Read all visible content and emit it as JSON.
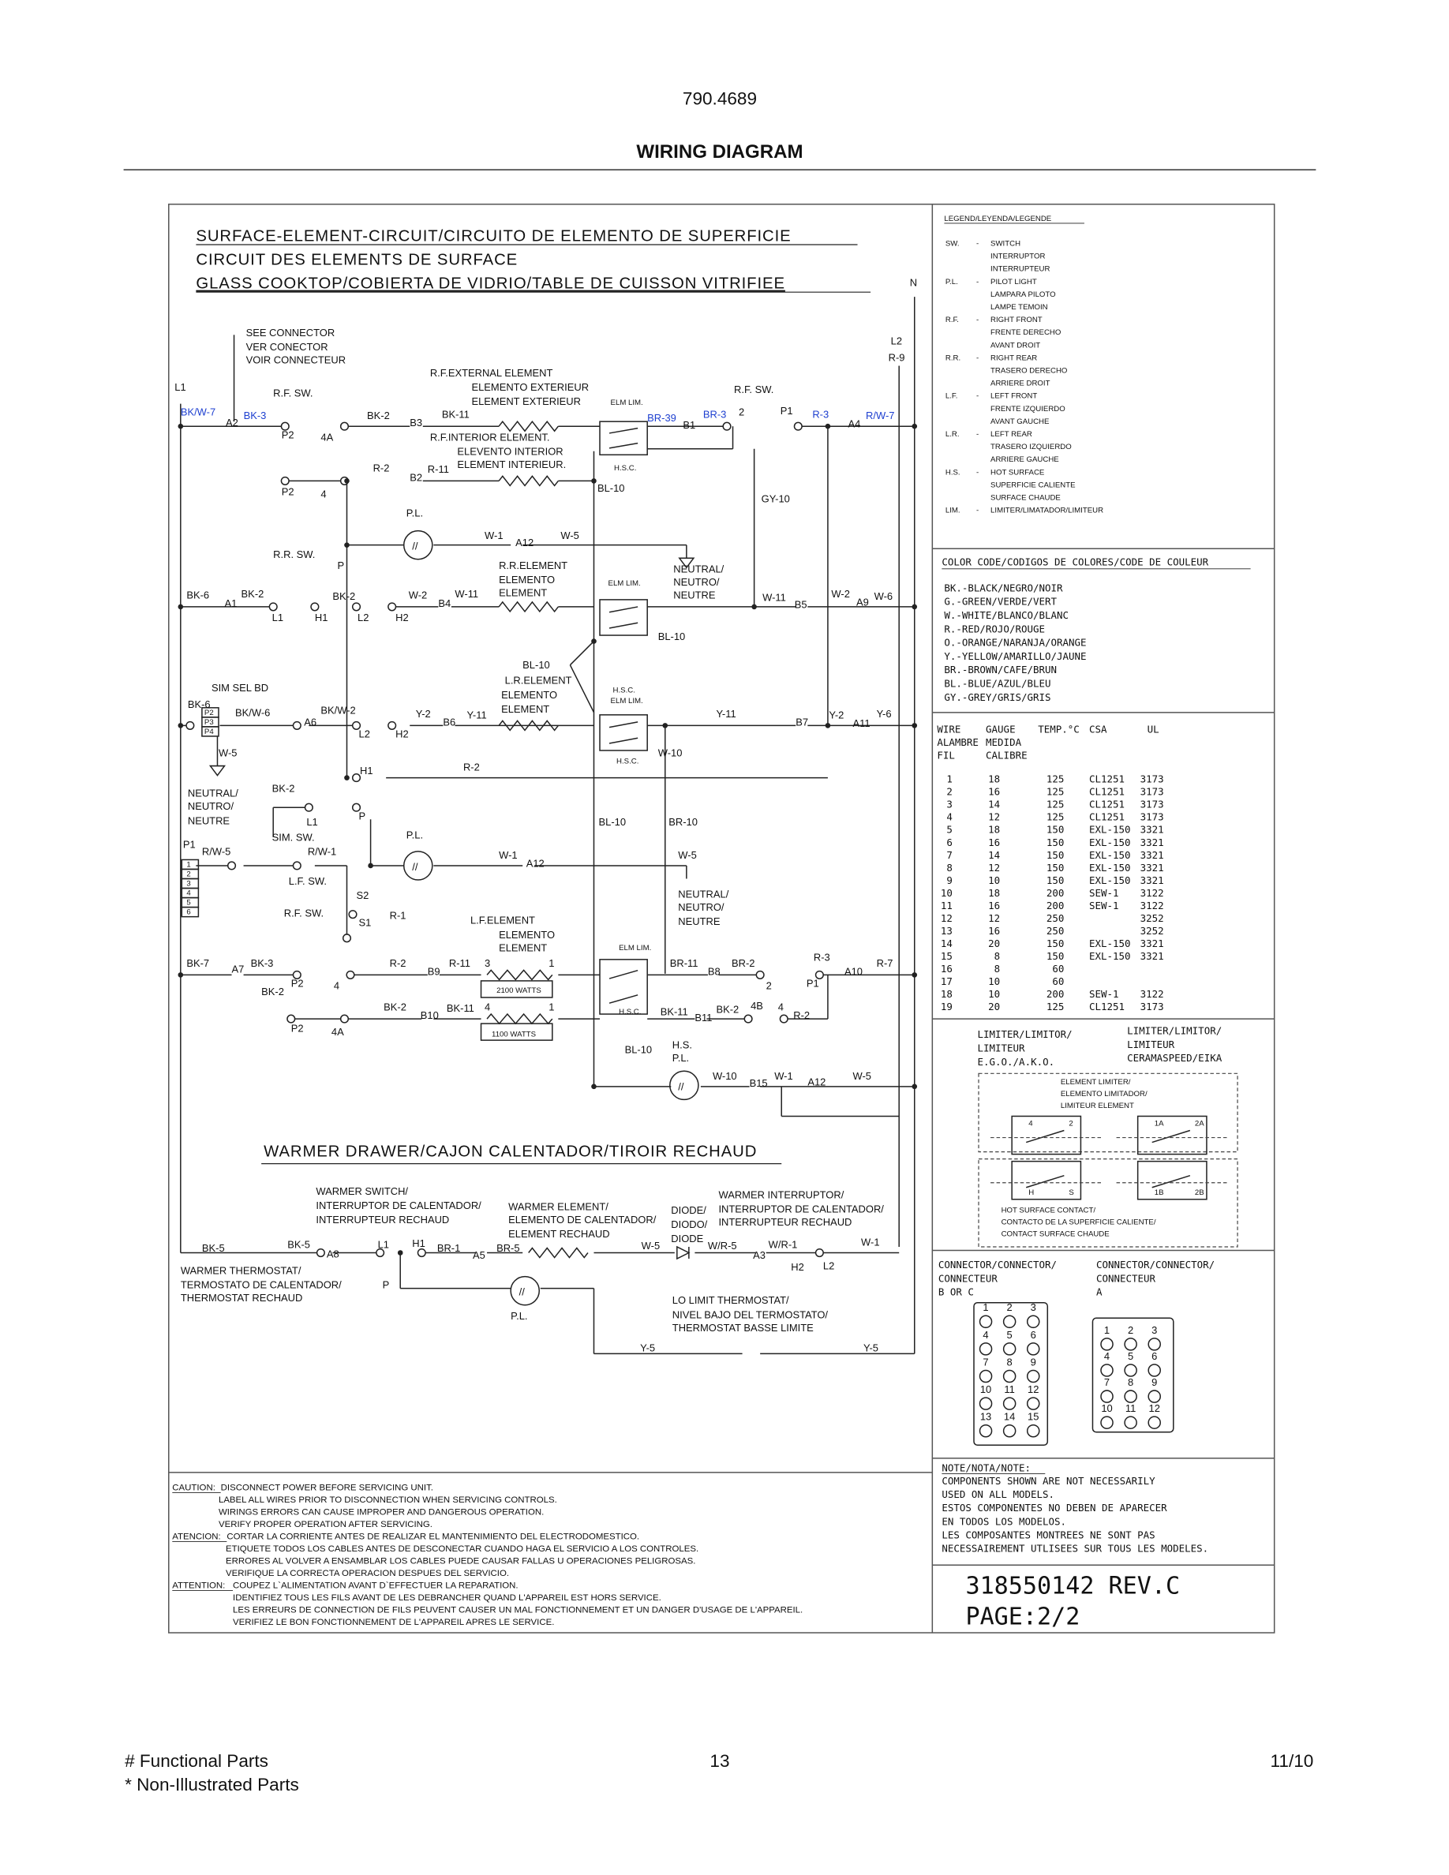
{
  "header": {
    "model_number": "790.4689",
    "title": "WIRING DIAGRAM"
  },
  "footer": {
    "functional_parts": "# Functional Parts",
    "non_illustrated": "* Non-Illustrated Parts",
    "page_number": "13",
    "date": "11/10"
  },
  "schematic": {
    "title_lines": [
      "SURFACE-ELEMENT-CIRCUIT/CIRCUITO DE ELEMENTO DE SUPERFICIE",
      "CIRCUIT DES  ELEMENTS DE SURFACE",
      "GLASS COOKTOP/COBIERTA DE VIDRIO/TABLE DE CUISSON VITRIFIEE"
    ],
    "warmer_title": "WARMER DRAWER/CAJON CALENTADOR/TIROIR RECHAUD",
    "wire_label_color": "#1d3fd0",
    "labels": [
      "SEE CONNECTOR",
      "VER CONECTOR",
      "VOIR CONNECTEUR",
      "N",
      "L2",
      "R-9",
      "L1",
      "R.F.EXTERNAL ELEMENT",
      "ELEMENTO EXTERIEUR",
      "ELEMENT EXTERIEUR",
      "R.F. SW.",
      "R.F. SW.",
      "BK/W-7",
      "BK-3",
      "A2",
      "BK-2",
      "B3",
      "BK-11",
      "ELM LIM.",
      "BR-39",
      "BR-3",
      "2",
      "P1",
      "R-3",
      "R/W-7",
      "A4",
      "B1",
      "P2",
      "4A",
      "R.F.INTERIOR ELEMENT.",
      "ELEVENTO INTERIOR",
      "ELEMENT INTERIEUR.",
      "P2",
      "4",
      "R-2",
      "B2",
      "R-11",
      "H.S.C.",
      "BL-10",
      "GY-10",
      "P.L.",
      "W-1",
      "A12",
      "W-5",
      "R.R. SW.",
      "P",
      "R.R.ELEMENT",
      "ELEMENTO",
      "ELEMENT",
      "NEUTRAL/",
      "NEUTRO/",
      "NEUTRE",
      "ELM LIM.",
      "BK-6",
      "BK-2",
      "A1",
      "BK-2",
      "W-2",
      "W-11",
      "B4",
      "W-11",
      "B5",
      "W-2",
      "A9",
      "W-6",
      "L1",
      "H1",
      "L2",
      "H2",
      "BL-10",
      "BL-10",
      "L.R.ELEMENT",
      "ELEMENTO",
      "ELEMENT",
      "H.S.C.",
      "ELM LIM.",
      "SIM SEL BD",
      "BK-6",
      "BK/W-6",
      "BK/W-2",
      "A6",
      "Y-2",
      "B6",
      "Y-11",
      "Y-11",
      "B7",
      "Y-2",
      "A11",
      "Y-6",
      "L2",
      "H2",
      "W-10",
      "H.S.C.",
      "W-5",
      "H1",
      "R-2",
      "NEUTRAL/",
      "NEUTRO/",
      "NEUTRE",
      "BK-2",
      "L1",
      "P",
      "BL-10",
      "BR-10",
      "P1",
      "SIM. SW.",
      "R/W-5",
      "R/W-1",
      "P.L.",
      "W-1",
      "A12",
      "W-5",
      "L.F. SW.",
      "NEUTRAL/",
      "NEUTRO/",
      "NEUTRE",
      "R.F. SW.",
      "S2",
      "S1",
      "R-1",
      "L.F.ELEMENT",
      "ELEMENTO",
      "ELEMENT",
      "BK-7",
      "A7",
      "BK-3",
      "R-2",
      "B9",
      "R-11",
      "3",
      "1",
      "ELM LIM.",
      "BR-11",
      "B8",
      "BR-2",
      "R-3",
      "A10",
      "R-7",
      "BK-2",
      "P2",
      "4",
      "2100 WATTS",
      "2",
      "P1",
      "BK-2",
      "B10",
      "BK-11",
      "4",
      "1",
      "H.S.C.",
      "BK-11",
      "B11",
      "BK-2",
      "4B",
      "4",
      "R-2",
      "P2",
      "4A",
      "1100 WATTS",
      "BL-10",
      "H.S.",
      "P.L.",
      "W-10",
      "B15",
      "W-1",
      "A12",
      "W-5",
      "WARMER SWITCH/",
      "INTERRUPTOR DE CALENTADOR/",
      "INTERRUPTEUR RECHAUD",
      "WARMER ELEMENT/",
      "ELEMENTO DE CALENTADOR/",
      "ELEMENT RECHAUD",
      "WARMER INTERRUPTOR/",
      "INTERRUPTOR DE CALENTADOR/",
      "INTERRUPTEUR RECHAUD",
      "DIODE/",
      "DIODO/",
      "DIODE",
      "BK-5",
      "BK-5",
      "A8",
      "L1",
      "H1",
      "BR-1",
      "A5",
      "BR-5",
      "W-5",
      "W/R-5",
      "A3",
      "W/R-1",
      "W-1",
      "H2",
      "L2",
      "WARMER THERMOSTAT/",
      "TERMOSTATO DE CALENTADOR/",
      "THERMOSTAT RECHAUD",
      "P",
      "P.L.",
      "LO LIMIT THERMOSTAT/",
      "NIVEL BAJO DEL TERMOSTATO/",
      "THERMOSTAT BASSE LIMITE",
      "Y-5",
      "Y-5",
      "P2",
      "P3",
      "P4",
      "1",
      "2",
      "3",
      "4",
      "5",
      "6"
    ]
  },
  "legend": {
    "title": "LEGEND/LEYENDA/LEGENDE",
    "items": [
      {
        "abbr": "SW.",
        "lines": [
          "SWITCH",
          "INTERRUPTOR",
          "INTERRUPTEUR"
        ]
      },
      {
        "abbr": "P.L.",
        "lines": [
          "PILOT LIGHT",
          "LAMPARA PILOTO",
          "LAMPE TEMOIN"
        ]
      },
      {
        "abbr": "R.F.",
        "lines": [
          "RIGHT FRONT",
          "FRENTE DERECHO",
          "AVANT DROIT"
        ]
      },
      {
        "abbr": "R.R.",
        "lines": [
          "RIGHT REAR",
          "TRASERO DERECHO",
          "ARRIERE DROIT"
        ]
      },
      {
        "abbr": "L.F.",
        "lines": [
          "LEFT FRONT",
          "FRENTE IZQUIERDO",
          "AVANT GAUCHE"
        ]
      },
      {
        "abbr": "L.R.",
        "lines": [
          "LEFT REAR",
          "TRASERO IZQUIERDO",
          "ARRIERE GAUCHE"
        ]
      },
      {
        "abbr": "H.S.",
        "lines": [
          "HOT SURFACE",
          "SUPERFICIE CALIENTE",
          "SURFACE CHAUDE"
        ]
      },
      {
        "abbr": "LIM.",
        "lines": [
          "LIMITER/LIMATADOR/LIMITEUR"
        ]
      }
    ]
  },
  "color_code": {
    "title": "COLOR CODE/CODIGOS DE COLORES/CODE DE COULEUR",
    "items": [
      "BK.-BLACK/NEGRO/NOIR",
      "G.-GREEN/VERDE/VERT",
      "W.-WHITE/BLANCO/BLANC",
      "R.-RED/ROJO/ROUGE",
      "O.-ORANGE/NARANJA/ORANGE",
      "Y.-YELLOW/AMARILLO/JAUNE",
      "BR.-BROWN/CAFE/BRUN",
      "BL.-BLUE/AZUL/BLEU",
      "GY.-GREY/GRIS/GRIS"
    ]
  },
  "wire_table": {
    "headers": [
      [
        "WIRE",
        "ALAMBRE",
        "FIL"
      ],
      [
        "GAUGE",
        "MEDIDA",
        "CALIBRE"
      ],
      [
        "TEMP.°C"
      ],
      [
        "CSA"
      ],
      [
        "UL"
      ]
    ],
    "rows": [
      [
        "1",
        "18",
        "125",
        "CL1251",
        "3173"
      ],
      [
        "2",
        "16",
        "125",
        "CL1251",
        "3173"
      ],
      [
        "3",
        "14",
        "125",
        "CL1251",
        "3173"
      ],
      [
        "4",
        "12",
        "125",
        "CL1251",
        "3173"
      ],
      [
        "5",
        "18",
        "150",
        "EXL-150",
        "3321"
      ],
      [
        "6",
        "16",
        "150",
        "EXL-150",
        "3321"
      ],
      [
        "7",
        "14",
        "150",
        "EXL-150",
        "3321"
      ],
      [
        "8",
        "12",
        "150",
        "EXL-150",
        "3321"
      ],
      [
        "9",
        "10",
        "150",
        "EXL-150",
        "3321"
      ],
      [
        "10",
        "18",
        "200",
        "SEW-1",
        "3122"
      ],
      [
        "11",
        "16",
        "200",
        "SEW-1",
        "3122"
      ],
      [
        "12",
        "12",
        "250",
        "",
        "3252"
      ],
      [
        "13",
        "16",
        "250",
        "",
        "3252"
      ],
      [
        "14",
        "20",
        "150",
        "EXL-150",
        "3321"
      ],
      [
        "15",
        "8",
        "150",
        "EXL-150",
        "3321"
      ],
      [
        "16",
        "8",
        "60",
        "",
        ""
      ],
      [
        "17",
        "10",
        "60",
        "",
        ""
      ],
      [
        "18",
        "10",
        "200",
        "SEW-1",
        "3122"
      ],
      [
        "19",
        "20",
        "125",
        "CL1251",
        "3173"
      ]
    ]
  },
  "limiter": {
    "left_heading": [
      "LIMITER/LIMITOR/",
      "LIMITEUR",
      "E.G.O./A.K.O."
    ],
    "right_heading": [
      "LIMITER/LIMITOR/",
      "LIMITEUR",
      "CERAMASPEED/EIKA"
    ],
    "element_limiter": [
      "ELEMENT LIMITER/",
      "ELEMENTO LIMITADOR/",
      "LIMITEUR ELEMENT"
    ],
    "hot_surface": [
      "HOT SURFACE CONTACT/",
      "CONTACTO DE LA SUPERFICIE CALIENTE/",
      "CONTACT SURFACE CHAUDE"
    ],
    "terminals": [
      [
        "4",
        "2"
      ],
      [
        "1A",
        "2A"
      ],
      [
        "H",
        "S"
      ],
      [
        "1B",
        "2B"
      ]
    ]
  },
  "connectors": {
    "bc_heading": [
      "CONNECTOR/CONNECTOR/",
      "CONNECTEUR",
      "B OR C"
    ],
    "a_heading": [
      "CONNECTOR/CONNECTOR/",
      "CONNECTEUR",
      "A"
    ],
    "bc_pins": [
      [
        "1",
        "2",
        "3"
      ],
      [
        "4",
        "5",
        "6"
      ],
      [
        "7",
        "8",
        "9"
      ],
      [
        "10",
        "11",
        "12"
      ],
      [
        "13",
        "14",
        "15"
      ]
    ],
    "a_pins": [
      [
        "1",
        "2",
        "3"
      ],
      [
        "4",
        "5",
        "6"
      ],
      [
        "7",
        "8",
        "9"
      ],
      [
        "10",
        "11",
        "12"
      ]
    ]
  },
  "note": {
    "title": "NOTE/NOTA/NOTE:",
    "lines": [
      "COMPONENTS SHOWN ARE NOT NECESSARILY",
      "USED ON ALL MODELS.",
      "ESTOS COMPONENTES NO DEBEN DE APARECER",
      "EN TODOS LOS MODELOS.",
      "LES COMPOSANTES MONTREES NE SONT PAS",
      "NECESSAIREMENT UTLISEES SUR TOUS LES MODELES."
    ]
  },
  "part_number": "318550142 REV.C",
  "page": "PAGE:2/2",
  "caution": [
    {
      "label": "CAUTION:",
      "text": "DISCONNECT POWER BEFORE SERVICING UNIT."
    },
    {
      "label": "",
      "text": "LABEL ALL WIRES PRIOR TO DISCONNECTION WHEN SERVICING CONTROLS."
    },
    {
      "label": "",
      "text": "WIRINGS ERRORS CAN CAUSE IMPROPER AND DANGEROUS OPERATION."
    },
    {
      "label": "",
      "text": "VERIFY PROPER OPERATION AFTER SERVICING."
    },
    {
      "label": "ATENCION:",
      "text": "CORTAR LA CORRIENTE ANTES DE REALIZAR EL MANTENIMIENTO DEL ELECTRODOMESTICO."
    },
    {
      "label": "",
      "text": "ETIQUETE TODOS LOS CABLES ANTES DE DESCONECTAR CUANDO HAGA EL SERVICIO A LOS CONTROLES."
    },
    {
      "label": "",
      "text": "ERRORES AL VOLVER A ENSAMBLAR LOS CABLES PUEDE CAUSAR FALLAS U OPERACIONES PELIGROSAS."
    },
    {
      "label": "",
      "text": "VERIFIQUE LA CORRECTA OPERACION DESPUES DEL SERVICIO."
    },
    {
      "label": "ATTENTION:",
      "text": "COUPEZ L`ALIMENTATION AVANT D`EFFECTUER LA REPARATION."
    },
    {
      "label": "",
      "text": "IDENTIFIEZ TOUS LES FILS AVANT DE LES DEBRANCHER QUAND L'APPAREIL EST HORS SERVICE."
    },
    {
      "label": "",
      "text": "LES ERREURS DE CONNECTION DE FILS PEUVENT CAUSER UN MAL FONCTIONNEMENT ET UN DANGER D'USAGE DE L'APPAREIL."
    },
    {
      "label": "",
      "text": "VERIFIEZ LE BON FONCTIONNEMENT DE L'APPAREIL APRES LE SERVICE."
    }
  ]
}
